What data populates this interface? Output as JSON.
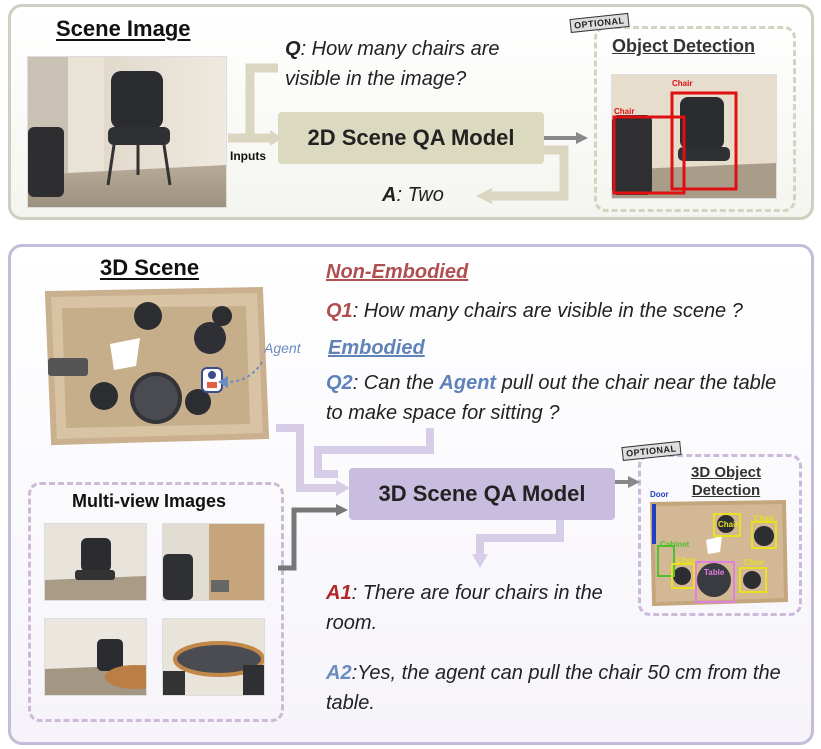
{
  "top": {
    "scene_image_title": "Scene Image",
    "question_prefix": "Q",
    "question_text": ": How many chairs are visible in the image?",
    "inputs_label": "Inputs",
    "model_label": "2D Scene QA Model",
    "answer_prefix": "A",
    "answer_text": ": Two",
    "optional_label": "OPTIONAL",
    "detection_title": "Object Detection",
    "detection_tags": [
      "Chair",
      "Chair"
    ]
  },
  "bottom": {
    "scene_title": "3D Scene",
    "agent_label": "Agent",
    "non_embodied_title": "Non-Embodied",
    "q1_prefix": "Q1",
    "q1_text": ": How many chairs are visible in the  scene ?",
    "embodied_title": "Embodied",
    "q2_prefix": "Q2",
    "q2_text_1": ": Can the ",
    "q2_agent": "Agent",
    "q2_text_2": " pull out the chair near the table to make space for sitting ?",
    "multiview_title": "Multi-view Images",
    "model_label": "3D Scene QA Model",
    "optional_label": "OPTIONAL",
    "detection_title_line1": "3D Object",
    "detection_title_line2": "Detection",
    "detection_tags": [
      "Door",
      "Chair",
      "Chair",
      "Cabinet",
      "Chair",
      "Table",
      "Chair"
    ],
    "a1_prefix": "A1",
    "a1_text": ": There are four chairs in the room.",
    "a2_prefix": "A2",
    "a2_text": ":Yes, the agent can pull the chair 50 cm from the table."
  },
  "colors": {
    "top_model_fill": "#dcd9c1",
    "top_arrow": "#dad6c0",
    "bottom_model_fill": "#c9bddf",
    "bottom_arrow": "#d8cde6",
    "non_embodied": "#b04f50",
    "embodied": "#5f83b8",
    "a1": "#b02828",
    "a2": "#6c8cc0",
    "det_red": "#e01010",
    "det_yellow": "#e8e020",
    "det_pink": "#e080e0",
    "det_green": "#50c030"
  }
}
